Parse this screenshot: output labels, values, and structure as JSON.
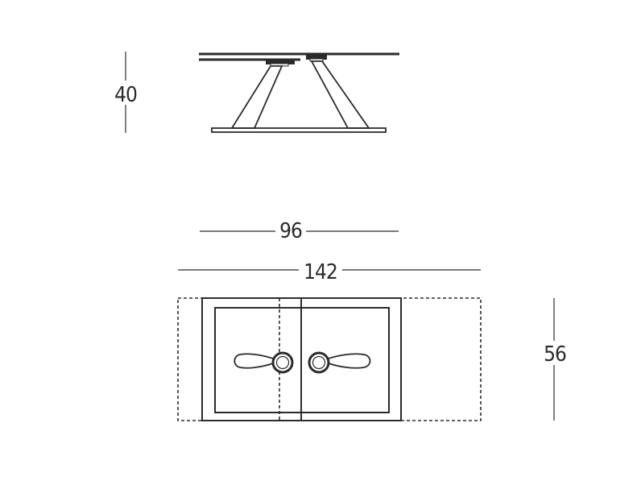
{
  "dimensions": {
    "height": "40",
    "width_closed": "96",
    "width_extended": "142",
    "depth": "56"
  },
  "colors": {
    "line": "#2b2b2b",
    "background": "#ffffff"
  }
}
